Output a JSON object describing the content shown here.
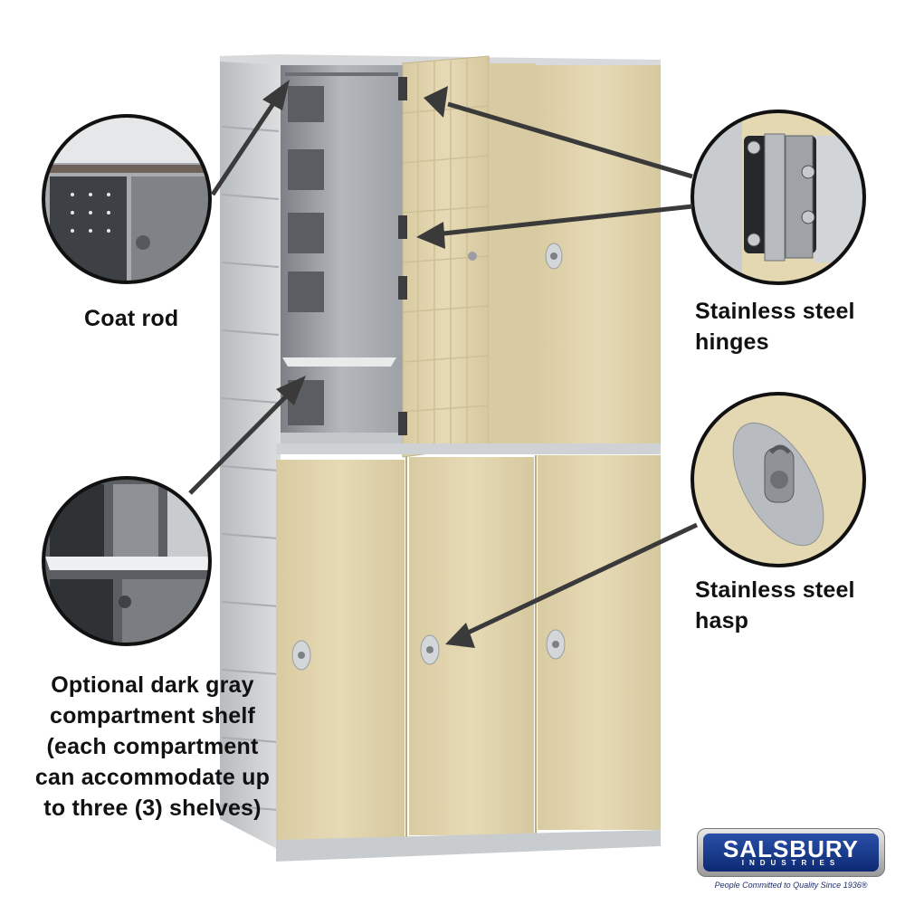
{
  "callouts": {
    "coat_rod": [
      "Coat rod"
    ],
    "hinges": [
      "Stainless steel",
      "hinges"
    ],
    "hasp": [
      "Stainless steel",
      "hasp"
    ],
    "shelf": [
      "Optional dark gray",
      "compartment shelf",
      "(each compartment",
      "can accommodate up",
      "to three (3) shelves)"
    ]
  },
  "logo": {
    "name": "SALSBURY",
    "subtitle": "INDUSTRIES",
    "tagline": "People Committed to Quality Since 1936®"
  },
  "colors": {
    "door_tan": "#e2d5ae",
    "frame_gray": "#cfd2d4",
    "arrow": "#3a3a3a",
    "logo_blue": "#1e3f94"
  },
  "icons": [
    "coat-rod-zoom",
    "hinge-zoom",
    "hasp-zoom",
    "shelf-zoom"
  ]
}
